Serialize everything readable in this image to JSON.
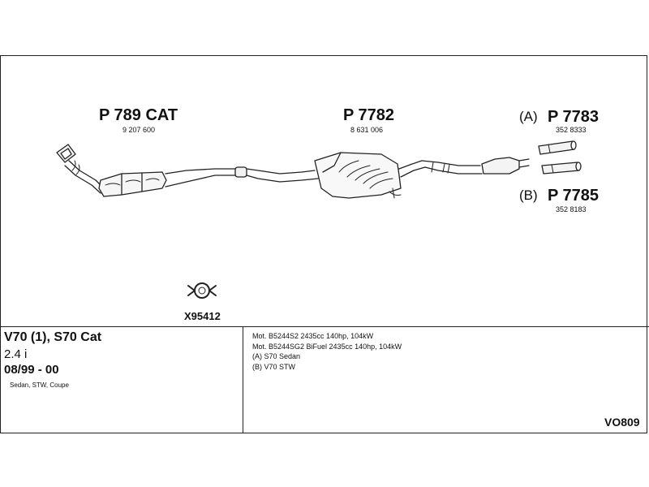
{
  "parts": {
    "front": {
      "number": "P 789 CAT",
      "ref": "9 207 600"
    },
    "middle": {
      "number": "P 7782",
      "ref": "8 631 006"
    },
    "rear_a": {
      "prefix": "(A)",
      "number": "P 7783",
      "ref": "352 8333"
    },
    "rear_b": {
      "prefix": "(B)",
      "number": "P 7785",
      "ref": "352 8183"
    }
  },
  "clamp": {
    "label": "X95412"
  },
  "vehicle": {
    "model": "V70 (1), S70 Cat",
    "engine": "2.4 i",
    "years": "08/99 - 00",
    "body_types": "Sedan, STW, Coupe"
  },
  "specs": [
    "Mot. B5244S2 2435cc 140hp, 104kW",
    "Mot. B5244SG2 BiFuel 2435cc 140hp, 104kW",
    "(A) S70 Sedan",
    "(B) V70 STW"
  ],
  "diagram_code": "VO809"
}
